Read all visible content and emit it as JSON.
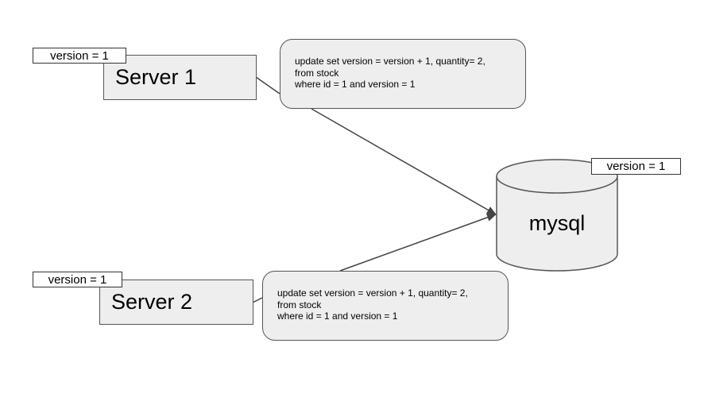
{
  "servers": [
    {
      "label": "Server 1",
      "version_tag": "version = 1",
      "query": [
        "update set version = version + 1, quantity= 2,",
        "from stock",
        "where id = 1 and version = 1"
      ]
    },
    {
      "label": "Server 2",
      "version_tag": "version = 1",
      "query": [
        "update set version = version + 1, quantity= 2,",
        "from stock",
        "where id = 1 and version = 1"
      ]
    }
  ],
  "database": {
    "label": "mysql",
    "version_tag": "version = 1"
  },
  "colors": {
    "fill": "#eeeeee",
    "stroke": "#555555",
    "edge": "#444444"
  }
}
